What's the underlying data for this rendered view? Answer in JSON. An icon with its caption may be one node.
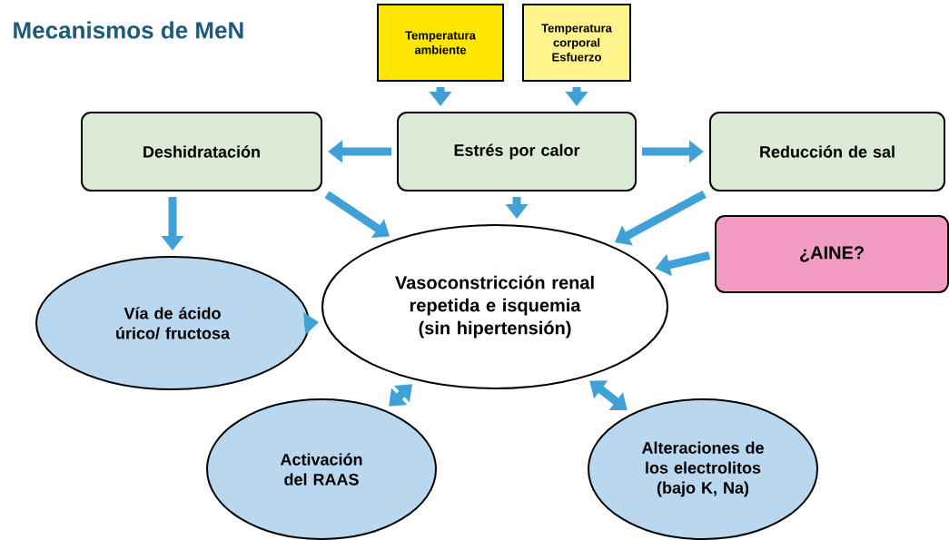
{
  "diagram": {
    "title": "Mecanismos de MeN",
    "nodes": [
      {
        "text": [
          "Temperatura ambiente"
        ]
      },
      {
        "text": [
          "Temperatura corporal Esfuerzo"
        ]
      },
      {
        "text": [
          "Deshidratación"
        ]
      },
      {
        "text": [
          "Estrés por calor"
        ]
      },
      {
        "text": [
          "Reducción de sal"
        ]
      },
      {
        "text": [
          "¿AINE?"
        ]
      },
      {
        "text": [
          "Vasoconstricción renal repetida e isquemia (sin hipertensión)"
        ]
      },
      {
        "text": [
          "Vía de ácido úrico/ fructosa"
        ]
      },
      {
        "text": [
          "Activación del RAAS"
        ]
      },
      {
        "text": [
          "Alteraciones de los electrolitos (bajo K, Na)"
        ]
      }
    ],
    "edges": [
      {
        "from": 0,
        "to": 3,
        "arrow": "to"
      },
      {
        "from": 1,
        "to": 3,
        "arrow": "to"
      },
      {
        "from": 3,
        "to": 2,
        "arrow": "to"
      },
      {
        "from": 3,
        "to": 4,
        "arrow": "to"
      },
      {
        "from": 2,
        "to": 7,
        "arrow": "to"
      },
      {
        "from": 2,
        "to": 6,
        "arrow": "to"
      },
      {
        "from": 3,
        "to": 6,
        "arrow": "to"
      },
      {
        "from": 4,
        "to": 6,
        "arrow": "to"
      },
      {
        "from": 5,
        "to": 6,
        "arrow": "to"
      },
      {
        "from": 7,
        "to": 6,
        "arrow": "to"
      },
      {
        "from": 6,
        "to": 8,
        "arrow": "both"
      },
      {
        "from": 6,
        "to": 9,
        "arrow": "both"
      }
    ]
  }
}
